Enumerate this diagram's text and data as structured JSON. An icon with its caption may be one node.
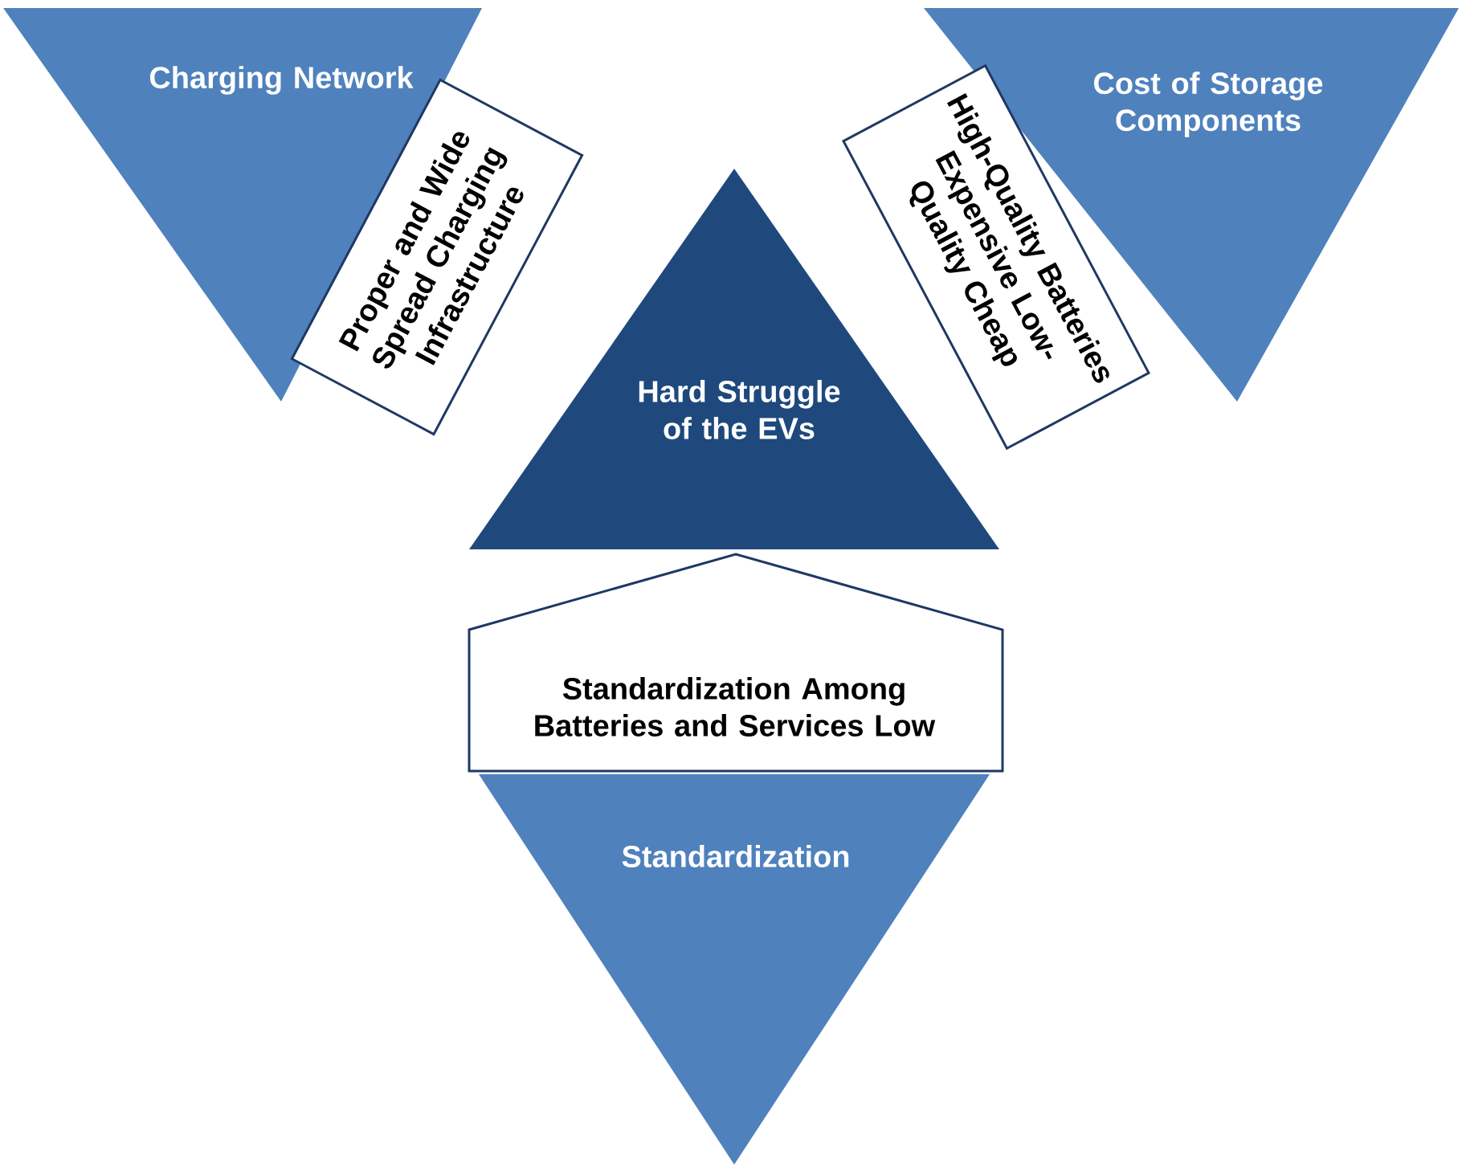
{
  "diagram": {
    "nodes": [
      {
        "text": [
          "Charging Network"
        ]
      },
      {
        "text": [
          "Proper and Wide Spread Charging Infrastructure"
        ]
      },
      {
        "text": [
          "Cost of Storage Components"
        ]
      },
      {
        "text": [
          "High-Quality Batteries Expensive Low-Quality Cheap"
        ]
      },
      {
        "text": [
          "Hard Struggle of the EVs"
        ]
      },
      {
        "text": [
          "Standardization Among Batteries and Services Low"
        ]
      },
      {
        "text": [
          "Standardization"
        ]
      }
    ],
    "edges": []
  }
}
